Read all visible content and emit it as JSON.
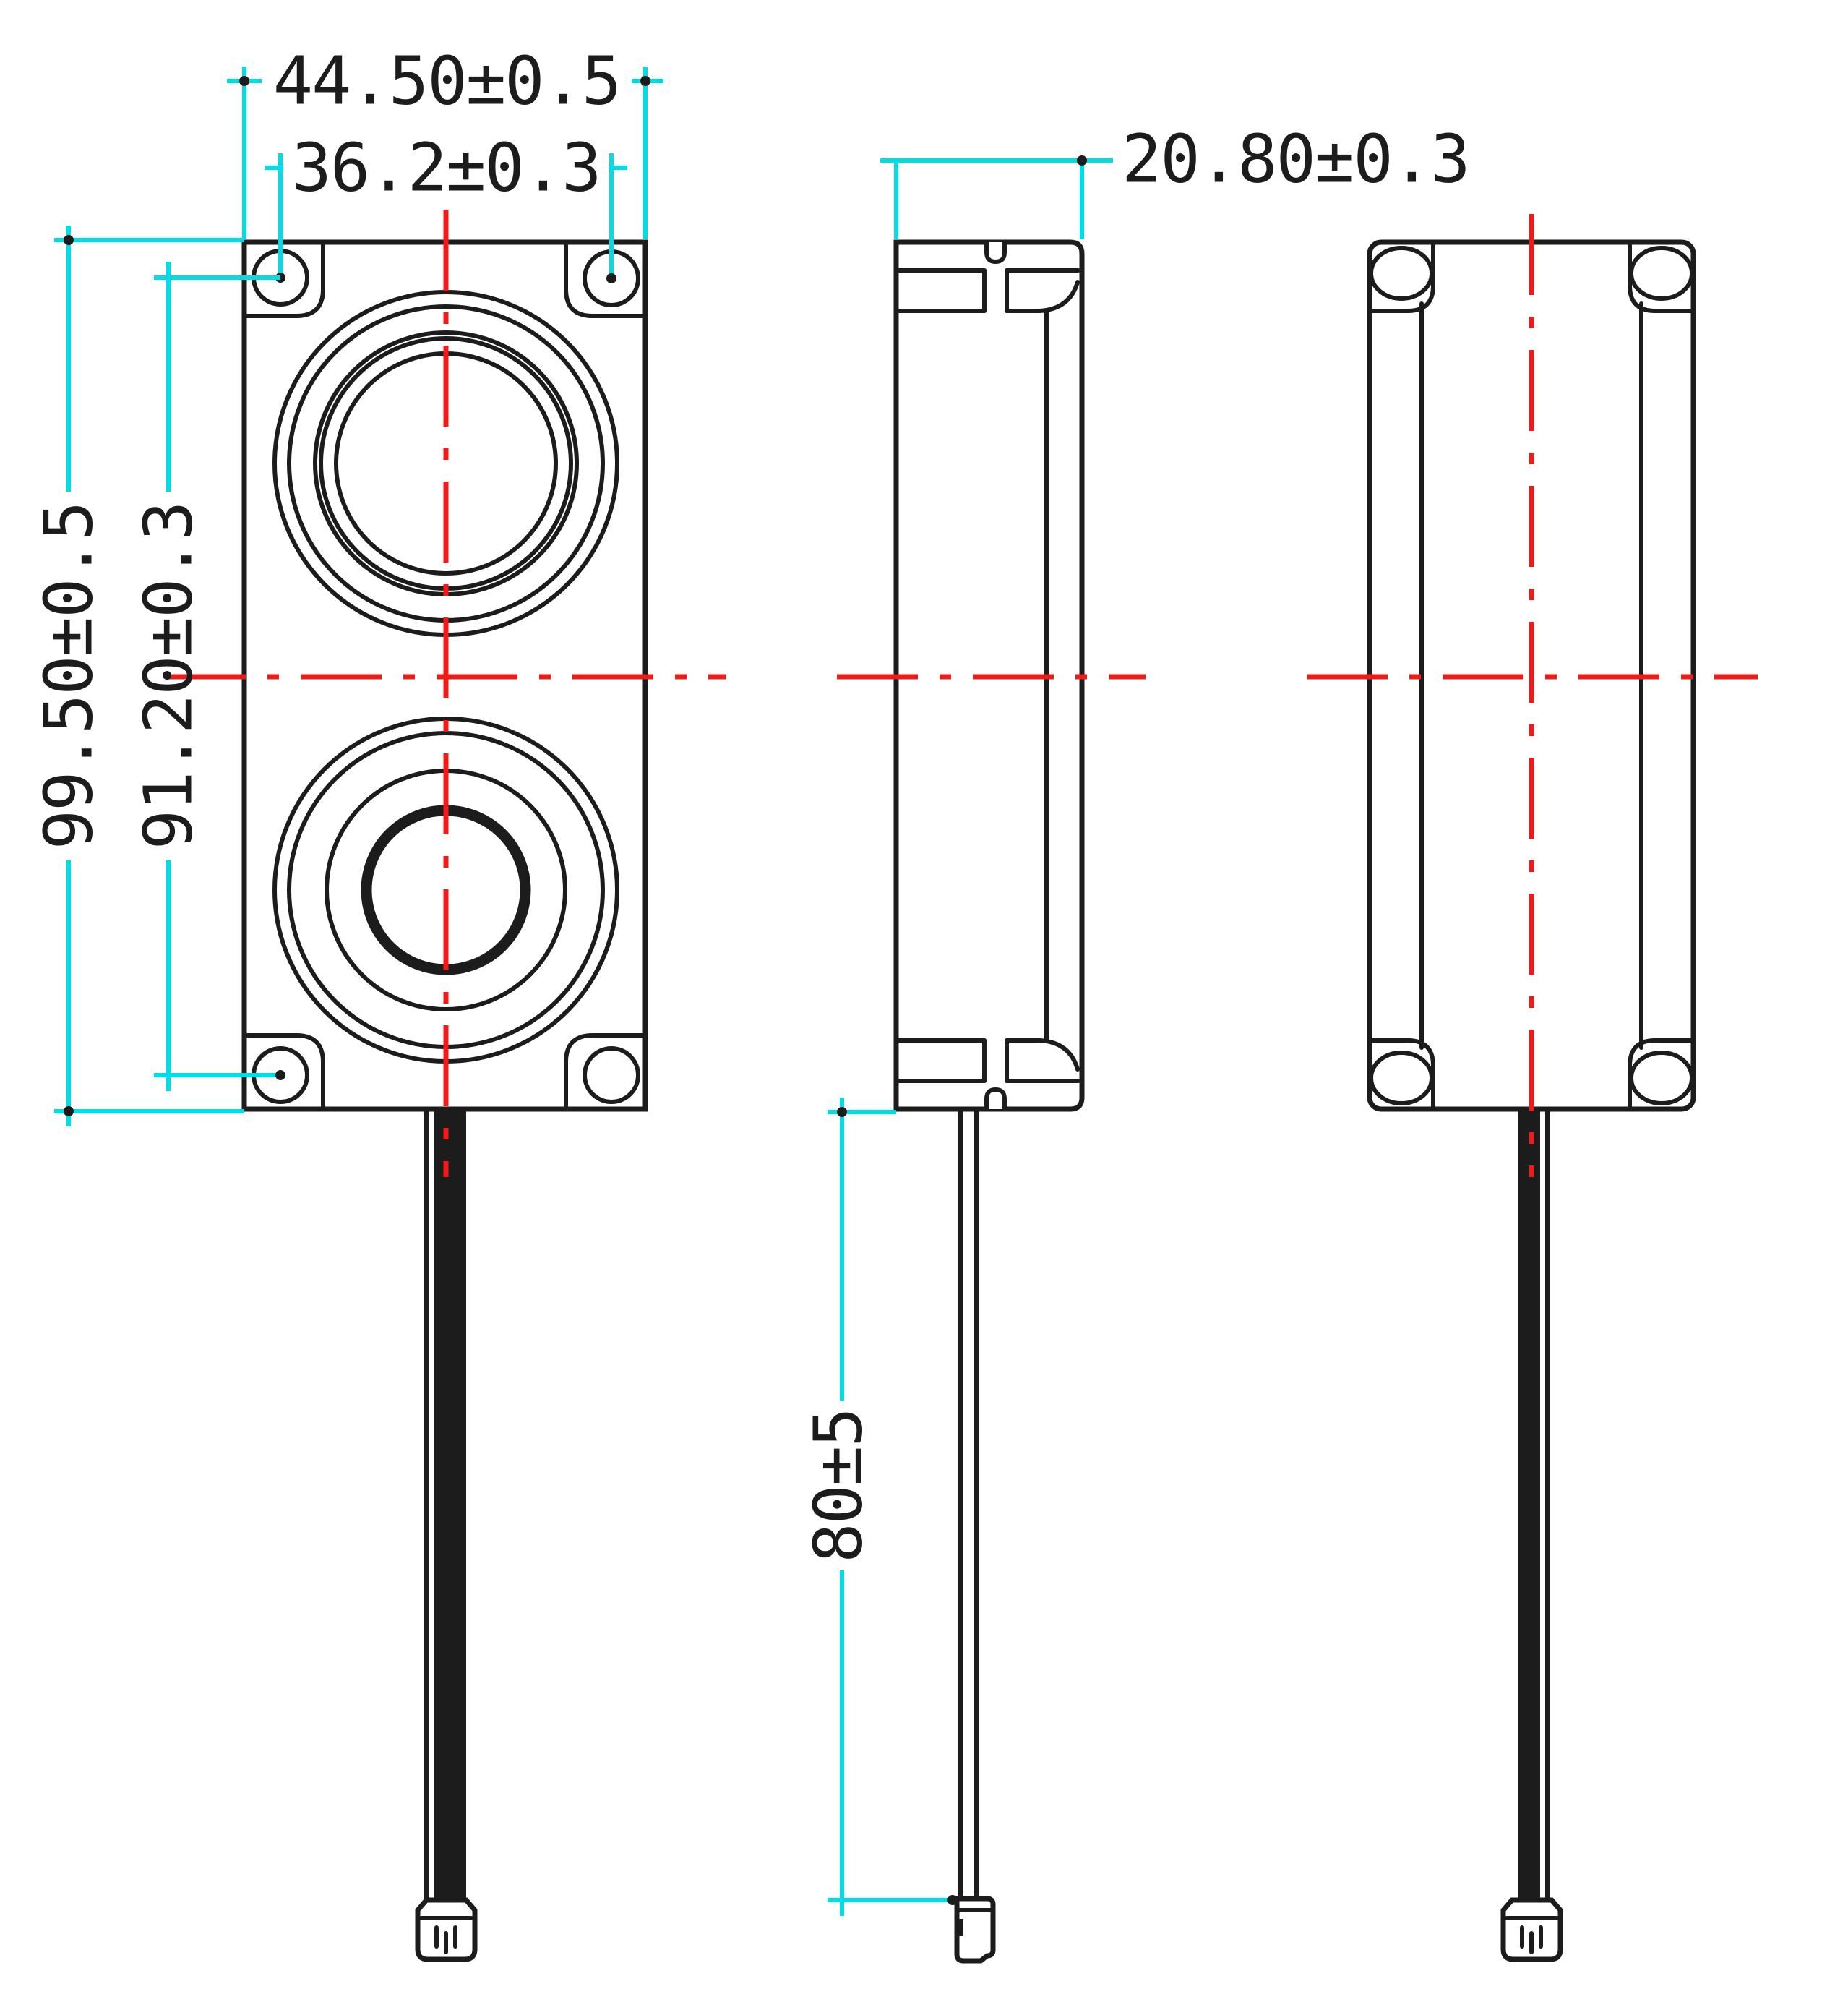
{
  "drawing": {
    "title": "dual-speaker-box-dimension-drawing",
    "type": "technical-dimension-drawing",
    "views": {
      "front": "front-view-two-speakers",
      "side": "side-view-profile",
      "back": "back-view"
    },
    "components": [
      "enclosure-outline",
      "corner-mounting-hole",
      "top-speaker-cone",
      "bottom-speaker-cone",
      "lead-wire",
      "wire-connector-plug",
      "center-line"
    ],
    "dimensions": {
      "width_total": "44.50±0.5",
      "hole_pitch_width": "36.2±0.3",
      "depth": "20.80±0.3",
      "height_total": "99.50±0.5",
      "hole_pitch_height": "91.20±0.3",
      "wire_length": "80±5"
    },
    "colors": {
      "dimension": "#00dde6",
      "centerline": "#ee1b1b",
      "outline": "#1c1c1c",
      "text": "#1c1c1c",
      "background": "#ffffff"
    }
  }
}
